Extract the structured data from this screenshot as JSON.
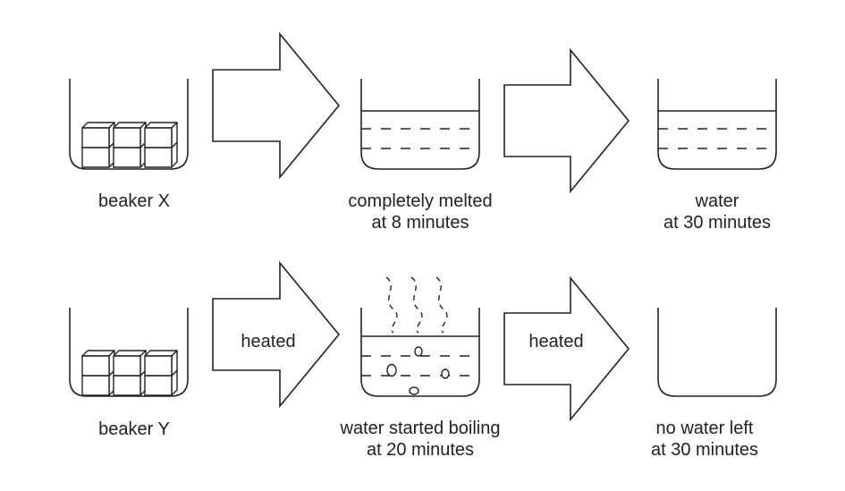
{
  "rows": [
    {
      "start_label": "beaker X",
      "arrow1_label": "",
      "mid_label": [
        "completely melted",
        "at 8 minutes"
      ],
      "arrow2_label": "",
      "end_label": [
        "water",
        "at 30 minutes"
      ]
    },
    {
      "start_label": "beaker Y",
      "arrow1_label": "heated",
      "mid_label": [
        "water started boiling",
        "at 20 minutes"
      ],
      "arrow2_label": "heated",
      "end_label": [
        "no water left",
        "at 30 minutes"
      ]
    }
  ]
}
